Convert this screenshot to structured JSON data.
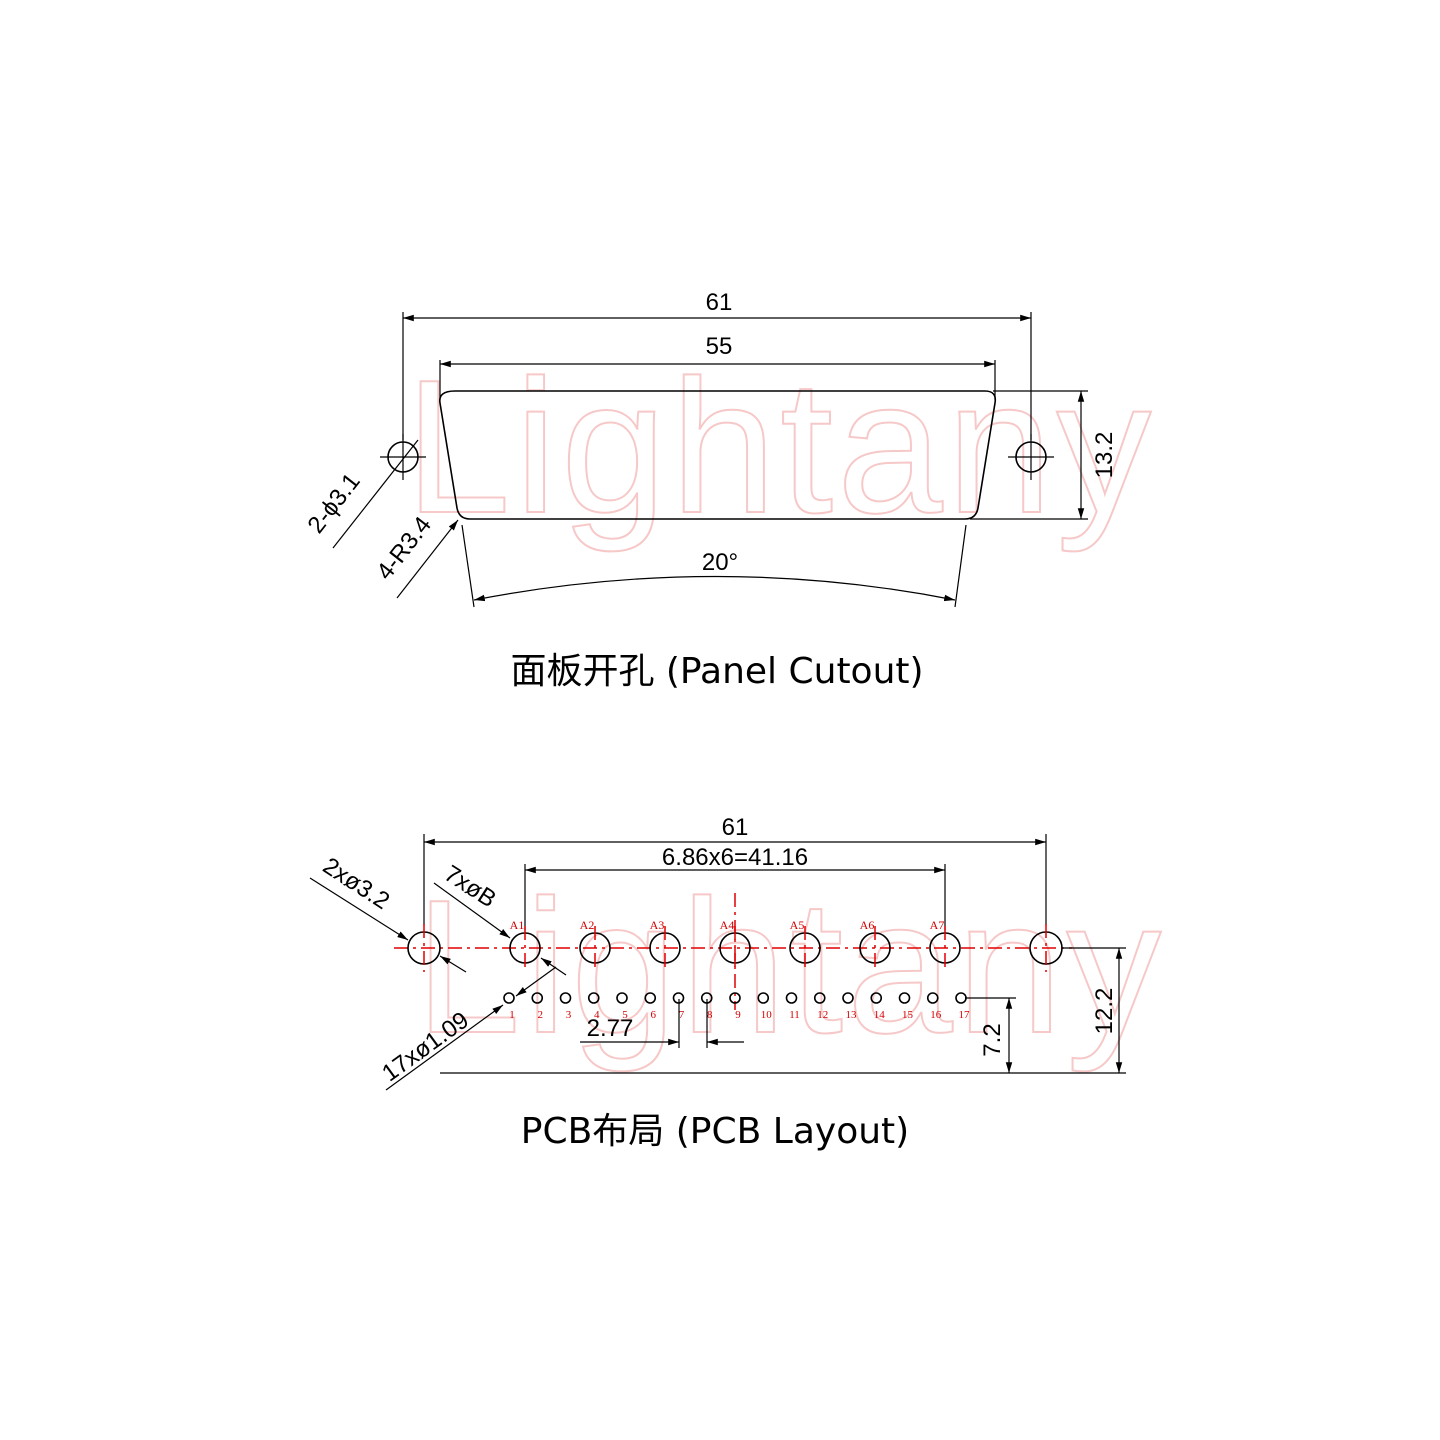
{
  "watermark": "Lightany",
  "panel": {
    "title": "面板开孔 (Panel Cutout)",
    "dim_total_width": "61",
    "dim_cutout_width": "55",
    "dim_height": "13.2",
    "dim_mount_hole": "2-ϕ3.1",
    "dim_corner_radius": "4-R3.4",
    "dim_angle": "20°"
  },
  "pcb": {
    "title": "PCB布局 (PCB Layout)",
    "dim_total_width": "61",
    "dim_coax_pitch": "6.86x6=41.16",
    "dim_mount_hole": "2xø3.2",
    "dim_coax_hole": "7xøB",
    "dim_signal_hole": "17xø1.09",
    "dim_signal_pitch": "2.77",
    "dim_row_offset": "7.2",
    "dim_row_height": "12.2",
    "coax_labels": [
      "A1",
      "A2",
      "A3",
      "A4",
      "A5",
      "A6",
      "A7"
    ],
    "pin_labels": [
      "1",
      "2",
      "3",
      "4",
      "5",
      "6",
      "7",
      "8",
      "9",
      "10",
      "11",
      "12",
      "13",
      "14",
      "15",
      "16",
      "17"
    ]
  },
  "colors": {
    "lines": "#000000",
    "centerline": "#e00000",
    "pin_labels": "#d40000",
    "watermark": "#f6c8c8"
  }
}
